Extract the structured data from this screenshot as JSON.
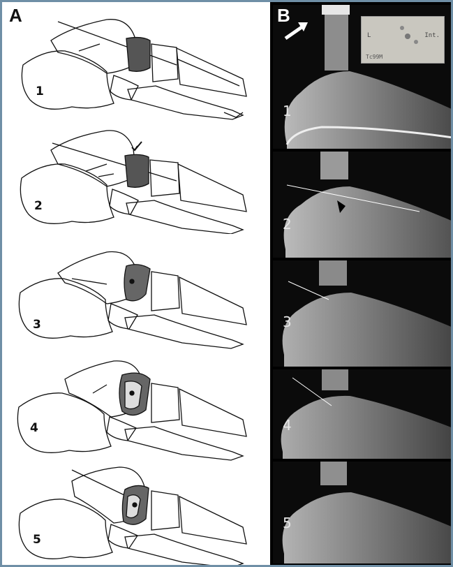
{
  "panel_a": {
    "label": "A",
    "stages": [
      "1",
      "2",
      "3",
      "4",
      "5"
    ]
  },
  "panel_b": {
    "label": "B",
    "stages": [
      "1",
      "2",
      "3",
      "4",
      "5"
    ],
    "inset": {
      "side_label": "L",
      "view_label": "Int.",
      "code_label": "Tc99M"
    }
  },
  "colors": {
    "border": "#6f8fa6",
    "navicular_shade": "#555555",
    "xray_background": "#000000"
  }
}
